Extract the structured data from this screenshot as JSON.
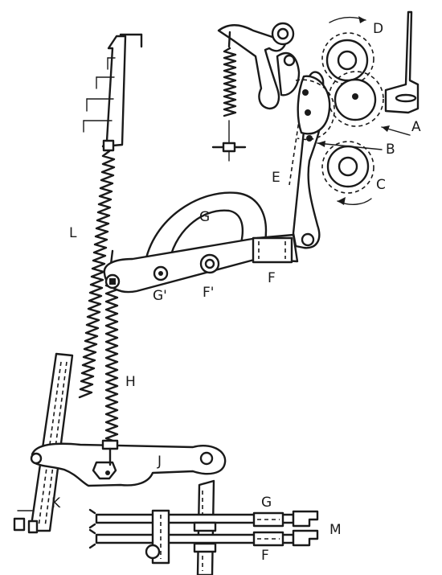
{
  "labels": {
    "A": "A",
    "B": "B",
    "C": "C",
    "D": "D",
    "E": "E",
    "F": "F",
    "F1": "F'",
    "G": "G",
    "G1": "G'",
    "H": "H",
    "J": "J",
    "K": "K",
    "L": "L",
    "M": "M",
    "G_lower": "G",
    "F_lower": "F"
  },
  "ink_color": "#1a1a1a",
  "paper_color": "#ffffff"
}
